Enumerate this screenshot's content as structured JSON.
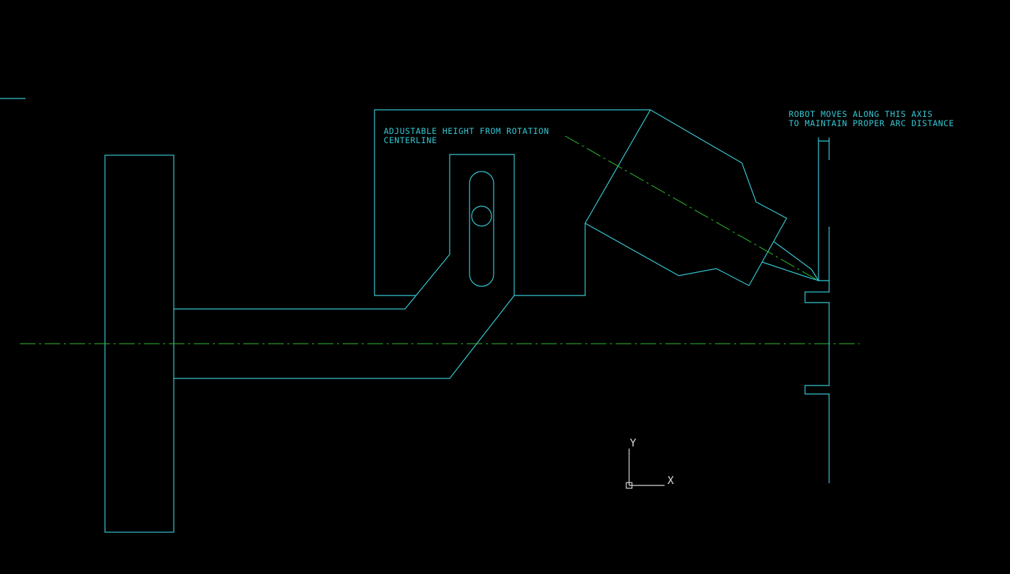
{
  "colors": {
    "background": "#000000",
    "geometry": "#35C8D4",
    "centerline": "#2FBF2F",
    "text": "#35C8D4",
    "ucs_icon": "#D8D8D8"
  },
  "annotations": {
    "adjustable_height": {
      "line1": "ADJUSTABLE HEIGHT FROM ROTATION",
      "line2": "CENTERLINE"
    },
    "robot_axis": {
      "line1": "ROBOT MOVES ALONG THIS AXIS",
      "line2": "TO MAINTAIN PROPER ARC DISTANCE"
    }
  },
  "ucs_icon": {
    "x_label": "X",
    "y_label": "Y"
  }
}
